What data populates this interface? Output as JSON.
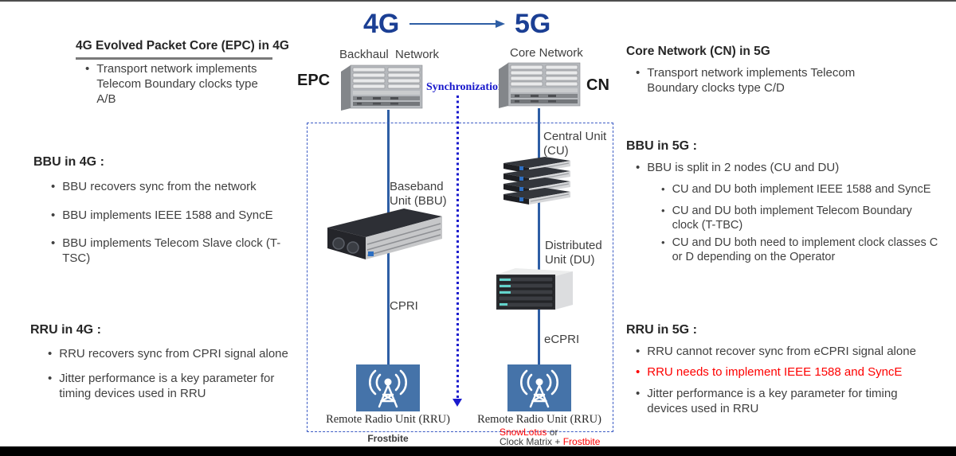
{
  "title": {
    "left": "4G",
    "right": "5G"
  },
  "left_column": {
    "epc": {
      "heading": "4G Evolved Packet Core (EPC) in 4G",
      "bullets": [
        "Transport network implements Telecom Boundary clocks type A/B"
      ]
    },
    "bbu": {
      "heading": "BBU in 4G :",
      "bullets": [
        "BBU recovers sync from the network",
        "BBU implements IEEE 1588 and SyncE",
        "BBU implements Telecom Slave clock (T-TSC)"
      ]
    },
    "rru": {
      "heading": "RRU in 4G :",
      "bullets": [
        "RRU recovers sync from CPRI signal alone",
        "Jitter performance is a key parameter for timing devices used in RRU"
      ]
    }
  },
  "right_column": {
    "cn": {
      "heading": "Core Network (CN) in 5G",
      "bullets": [
        "Transport network implements Telecom Boundary clocks type C/D"
      ]
    },
    "bbu": {
      "heading": "BBU in 5G :",
      "bullet": "BBU is split in 2 nodes (CU and DU)",
      "sub_bullets": [
        "CU and DU both implement IEEE 1588 and SyncE",
        "CU and DU both implement Telecom Boundary clock (T-TBC)",
        "CU and DU both need to implement clock classes C or D depending on the Operator"
      ]
    },
    "rru": {
      "heading": "RRU in 5G :",
      "bullets": [
        "RRU cannot recover sync from eCPRI signal alone",
        "RRU needs to implement IEEE 1588 and SyncE",
        "Jitter performance is a key parameter for timing devices used in RRU"
      ],
      "red_bullet_index": 1
    }
  },
  "diagram": {
    "backhaul_label": "Backhaul  Network",
    "core_label": "Core Network",
    "epc_label": "EPC",
    "cn_label": "CN",
    "sync_label": "Synchronization",
    "bbu_label": "Baseband Unit (BBU)",
    "cu_label": "Central Unit (CU)",
    "du_label": "Distributed Unit (DU)",
    "cpri_label": "CPRI",
    "ecpri_label": "eCPRI",
    "rru_left_label": "Remote Radio Unit (RRU)",
    "rru_right_label": "Remote Radio Unit (RRU)",
    "frostbite_left": "Frostbite",
    "chip_line1_red": "SnowLotus",
    "chip_line1_rest": " or",
    "chip_line2_prefix": "Clock Matrix + ",
    "chip_line2_red": "Frostbite"
  },
  "colors": {
    "title_blue": "#1b3f94",
    "line_blue": "#2e5ea5",
    "sync_blue": "#1515cb",
    "dashed_blue": "#3b5bc4",
    "rru_box_blue": "#4573a9",
    "alert_red": "#fe0000",
    "heading_text": "#262626",
    "body_text": "#404040"
  }
}
